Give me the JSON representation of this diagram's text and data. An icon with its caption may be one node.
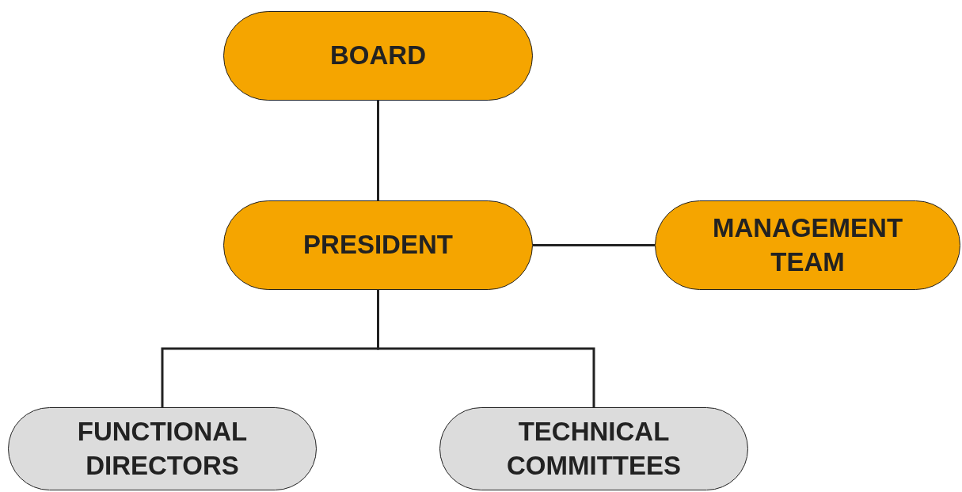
{
  "diagram": {
    "nodes": [
      {
        "text": [
          "BOARD"
        ]
      },
      {
        "text": [
          "PRESIDENT"
        ]
      },
      {
        "text": [
          "MANAGEMENT TEAM"
        ]
      },
      {
        "text": [
          "FUNCTIONAL DIRECTORS"
        ]
      },
      {
        "text": [
          "TECHNICAL COMMITTEES"
        ]
      }
    ],
    "edges": [
      {
        "from": 0,
        "to": 1,
        "arrow": "none"
      },
      {
        "from": 1,
        "to": 2,
        "arrow": "none"
      },
      {
        "from": 1,
        "to": 3,
        "arrow": "none"
      },
      {
        "from": 1,
        "to": 4,
        "arrow": "none"
      }
    ]
  }
}
